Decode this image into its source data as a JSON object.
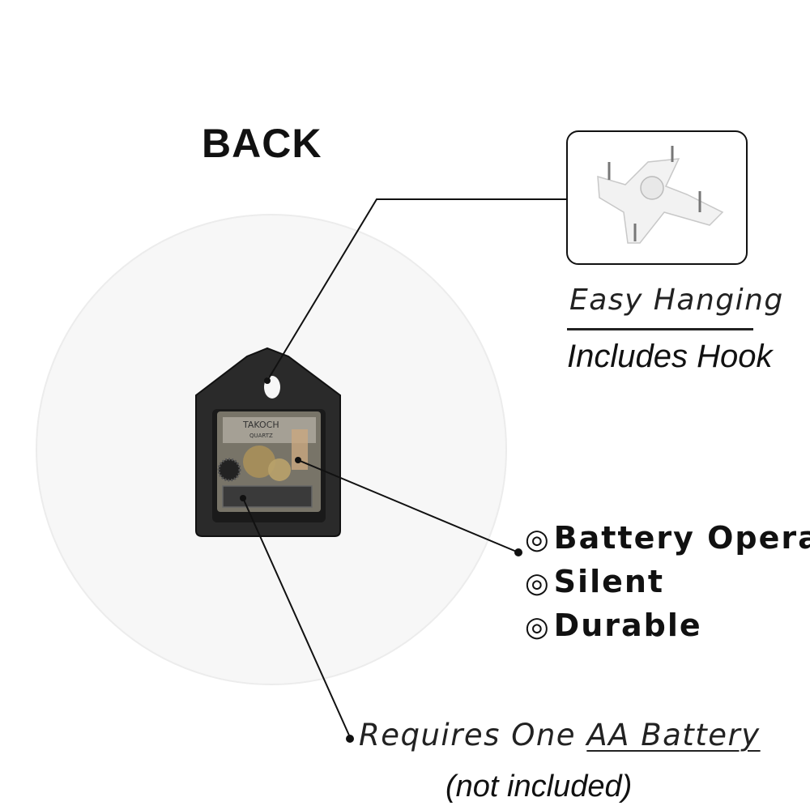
{
  "heading": "BACK",
  "hook": {
    "caption": "Easy Hanging",
    "subcaption": "Includes Hook"
  },
  "features": {
    "bullet_symbol": "◎",
    "items": [
      "Battery Opera",
      "Silent",
      "Durable"
    ]
  },
  "battery_note": {
    "prefix": "Requires One ",
    "highlight": "AA Battery",
    "suffix": "(not included)"
  },
  "movement_label": {
    "brand": "TAKOCH",
    "sub": "QUARTZ"
  },
  "colors": {
    "clock_face": "#f7f7f7",
    "mount": "#2a2a2a",
    "callout_line": "#111111",
    "hook_white": "#f2f2f2"
  }
}
